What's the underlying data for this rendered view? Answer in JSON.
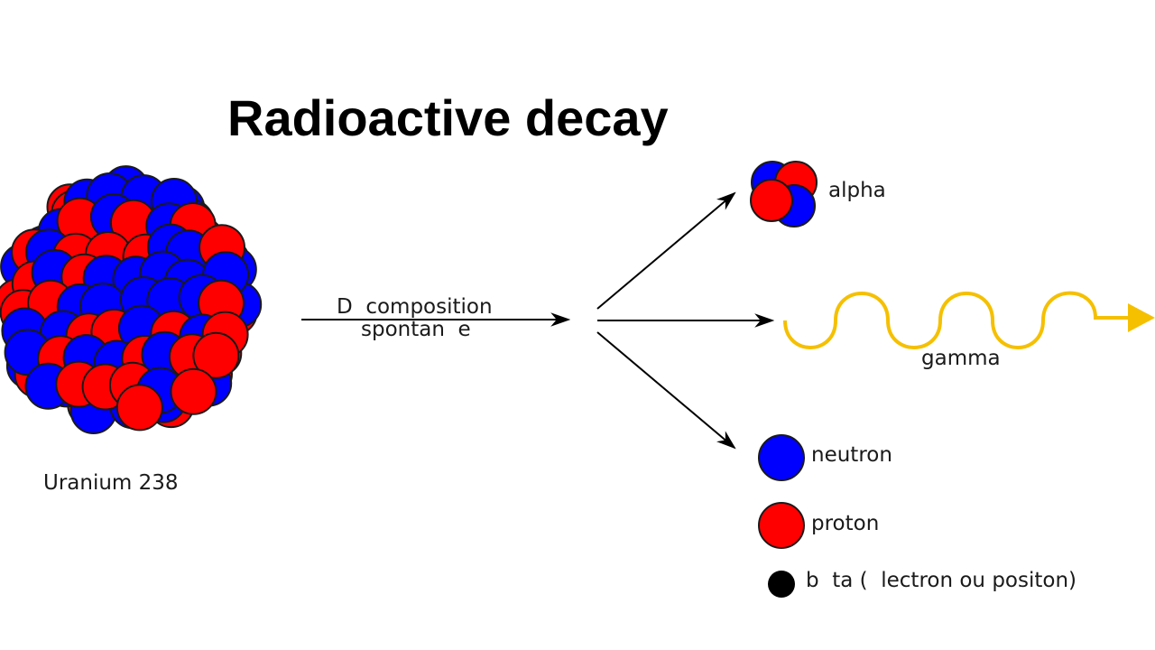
{
  "title": "Radioactive decay",
  "nucleus": {
    "label": "Uranium 238"
  },
  "decay_arrow": {
    "line1": "D  composition",
    "line2": "spontan  e"
  },
  "products": {
    "alpha": "alpha",
    "gamma": "gamma"
  },
  "legend": {
    "neutron": "neutron",
    "proton": "proton",
    "beta": "b  ta (  lectron ou positon)"
  },
  "colors": {
    "proton": "#ff0000",
    "neutron": "#0000ff",
    "gamma": "#f5c000",
    "beta": "#000000",
    "outline": "#1a1a1a",
    "arrow": "#000000"
  }
}
